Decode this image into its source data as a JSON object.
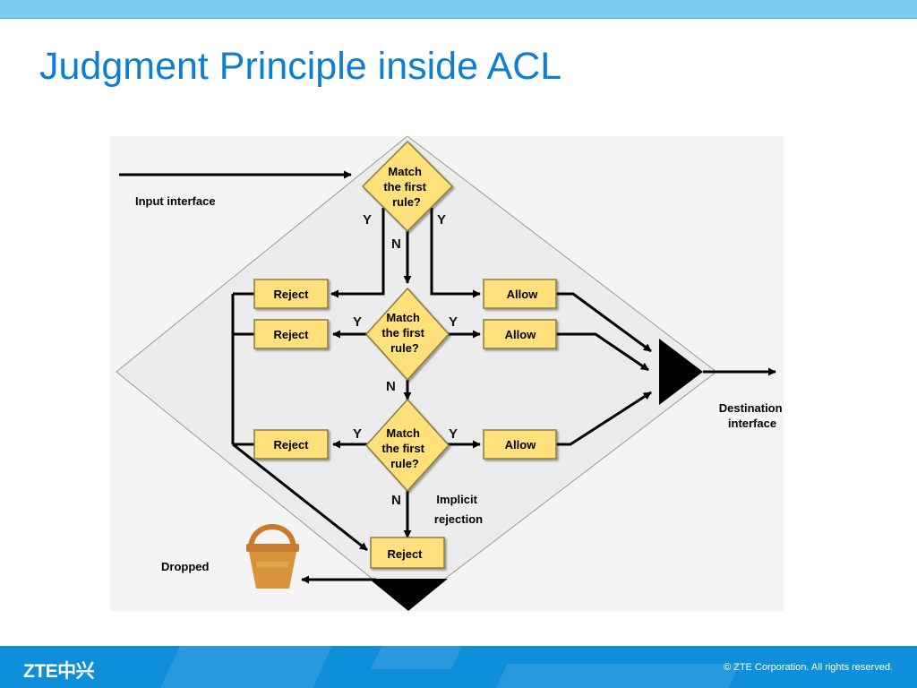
{
  "slide": {
    "title": "Judgment Principle inside ACL",
    "colors": {
      "title": "#0e7fd0",
      "top_bar": "#7ecbef",
      "footer": "#0f8ed9",
      "box_fill": "#ffe07a",
      "box_stroke": "#8a7a3a",
      "panel": "#f4f4f4",
      "bucket": "#d9933a"
    }
  },
  "diagram": {
    "input_label": "Input interface",
    "destination_label": [
      "Destination",
      "interface"
    ],
    "dropped_label": "Dropped",
    "implicit_label": [
      "Implicit",
      "rejection"
    ],
    "decisions": [
      [
        "Match",
        "the first",
        "rule?"
      ],
      [
        "Match",
        "the first",
        "rule?"
      ],
      [
        "Match",
        "the first",
        "rule?"
      ]
    ],
    "reject_label": "Reject",
    "allow_label": "Allow",
    "yes_label": "Y",
    "no_label": "N",
    "icons": [
      "bucket-icon"
    ]
  },
  "footer": {
    "logo": "ZTE中兴",
    "copyright": "© ZTE Corporation. All rights reserved."
  }
}
